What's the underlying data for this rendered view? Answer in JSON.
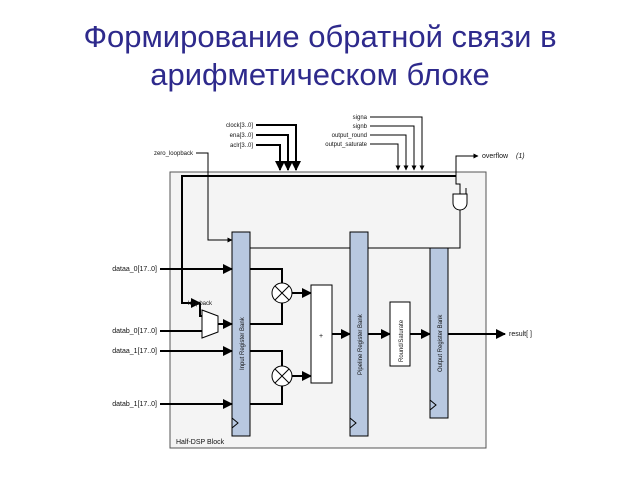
{
  "title": {
    "line1": "Формирование обратной связи в",
    "line2": "арифметическом блоке"
  },
  "diagram": {
    "inputs_top": {
      "clock": "clock[3..0]",
      "ena": "ena[3..0]",
      "aclr": "aclr[3..0]"
    },
    "controls_right": {
      "signa": "signa",
      "signb": "signb",
      "output_round": "output_round",
      "output_saturate": "output_saturate"
    },
    "zero_loopback": "zero_loopback",
    "overflow": "overflow",
    "overflow_note": "(1)",
    "inputs_left": {
      "dataa_0": "dataa_0[17..0]",
      "datab_0": "datab_0[17..0]",
      "dataa_1": "dataa_1[17..0]",
      "datab_1": "datab_1[17..0]"
    },
    "loopback": "loopback",
    "input_register_bank": "Input Register Bank",
    "pipeline_register_bank": "Pipeline Register Bank",
    "round_saturate": "Round/Saturate",
    "output_register_bank": "Output Register Bank",
    "adder_symbol": "+",
    "result": "result[ ]",
    "block_label": "Half-DSP Block"
  },
  "colors": {
    "title": "#2e2a8c",
    "register_fill": "#b8c8e0",
    "line": "#000000"
  }
}
